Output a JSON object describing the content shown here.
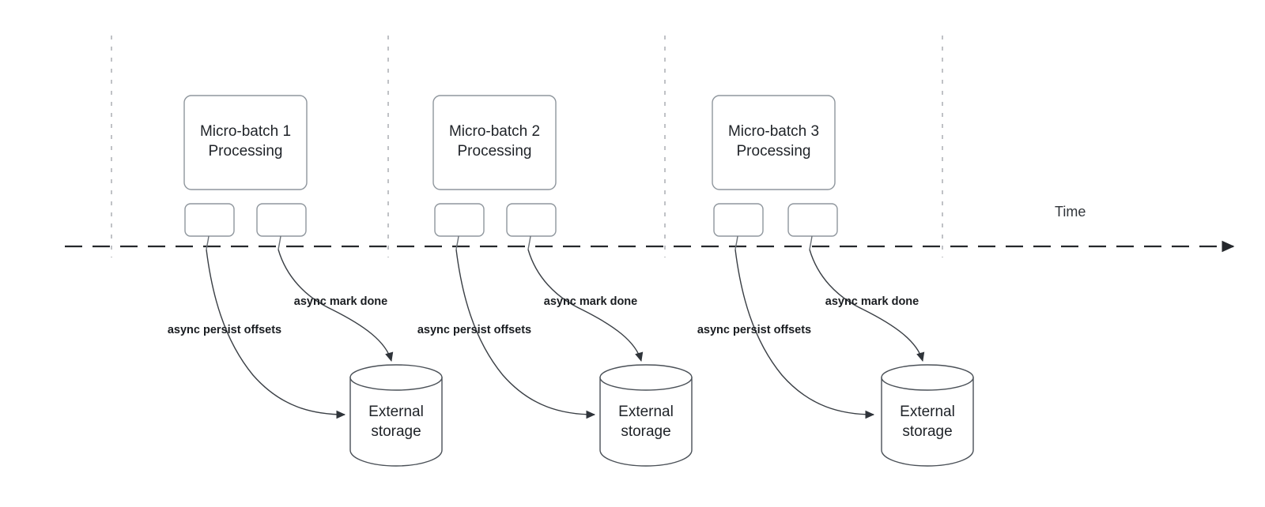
{
  "diagram": {
    "title_text": "",
    "timeline": {
      "axis_label": "Time",
      "axis_color": "#25282c",
      "tick_color": "#b0b3b8",
      "tick_count": 4
    },
    "colors": {
      "box_stroke": "#8f969d",
      "box_fill": "#ffffff",
      "cylinder_stroke": "#4a5057",
      "connector": "#3a3f45",
      "text": "#1f2328",
      "edge_label_text": "#1a1d21",
      "background": "#ffffff"
    },
    "groups": [
      {
        "id": "group-1",
        "batch_label_line1": "Micro-batch 1",
        "batch_label_line2": "Processing",
        "task_boxes": [
          "",
          ""
        ],
        "storage_label_line1": "External",
        "storage_label_line2": "storage",
        "edge_labels": {
          "persist": "async persist offsets",
          "mark_done": "async mark done"
        }
      },
      {
        "id": "group-2",
        "batch_label_line1": "Micro-batch 2",
        "batch_label_line2": "Processing",
        "task_boxes": [
          "",
          ""
        ],
        "storage_label_line1": "External",
        "storage_label_line2": "storage",
        "edge_labels": {
          "persist": "async persist offsets",
          "mark_done": "async mark done"
        }
      },
      {
        "id": "group-3",
        "batch_label_line1": "Micro-batch 3",
        "batch_label_line2": "Processing",
        "task_boxes": [
          "",
          ""
        ],
        "storage_label_line1": "External",
        "storage_label_line2": "storage",
        "edge_labels": {
          "persist": "async persist offsets",
          "mark_done": "async mark done"
        }
      }
    ]
  }
}
